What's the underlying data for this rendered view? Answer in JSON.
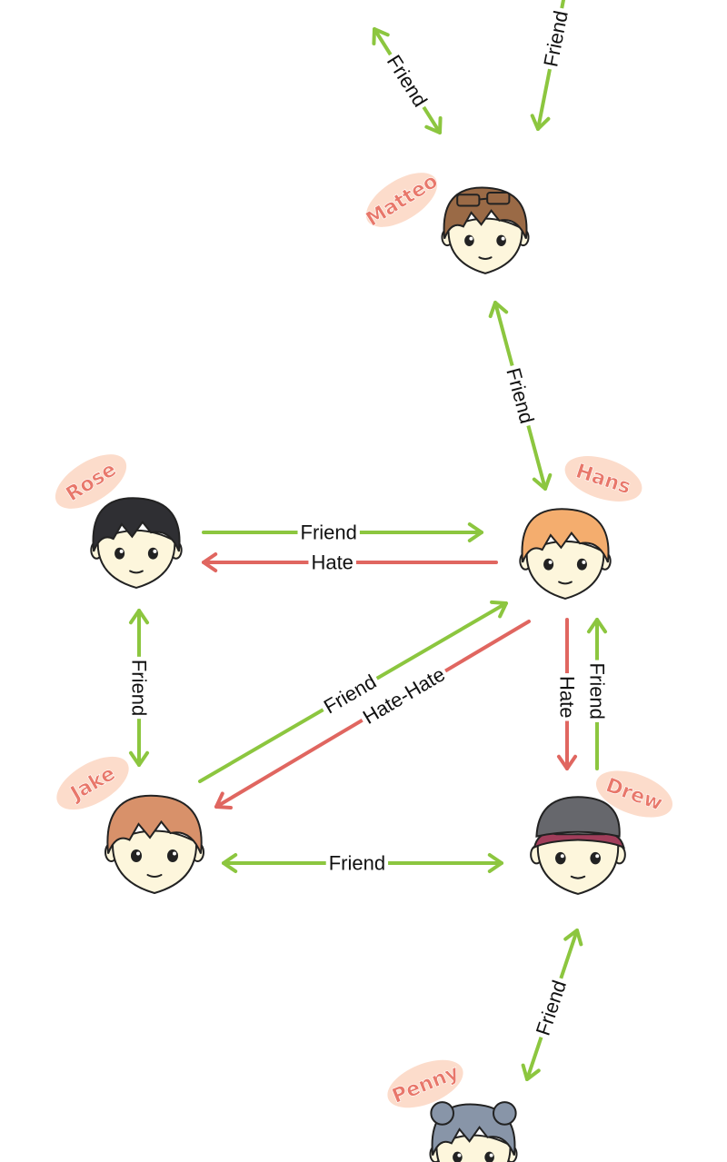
{
  "colors": {
    "friend": "#8cc63f",
    "hate": "#e06660",
    "tag_bg": "#fcdccb",
    "tag_text": "#e8776a",
    "skin": "#fdf6dc",
    "outline": "#222222"
  },
  "characters": [
    {
      "id": "matteo",
      "name": "Matteo",
      "hair": "#9a6a46",
      "icon": "glasses-on-head"
    },
    {
      "id": "rose",
      "name": "Rose",
      "hair": "#2f2f33"
    },
    {
      "id": "hans",
      "name": "Hans",
      "hair": "#f4ad6e"
    },
    {
      "id": "jake",
      "name": "Jake",
      "hair": "#d8916a"
    },
    {
      "id": "drew",
      "name": "Drew",
      "hair": "#a13d5a",
      "icon": "beanie-hat"
    },
    {
      "id": "penny",
      "name": "Penny",
      "hair": "#8895a8"
    }
  ],
  "relations": [
    {
      "id": "top-left",
      "label": "Friend",
      "kind": "friend"
    },
    {
      "id": "top-right",
      "label": "Friend",
      "kind": "friend"
    },
    {
      "id": "matteo-hans",
      "label": "Friend",
      "kind": "friend"
    },
    {
      "id": "rose-to-hans",
      "label": "Friend",
      "kind": "friend"
    },
    {
      "id": "hans-to-rose",
      "label": "Hate",
      "kind": "hate"
    },
    {
      "id": "rose-jake",
      "label": "Friend",
      "kind": "friend"
    },
    {
      "id": "jake-to-hans",
      "label": "Friend",
      "kind": "friend"
    },
    {
      "id": "hans-to-jake",
      "label": "Hate-Hate",
      "kind": "hate"
    },
    {
      "id": "hans-to-drew",
      "label": "Hate",
      "kind": "hate"
    },
    {
      "id": "drew-to-hans",
      "label": "Friend",
      "kind": "friend"
    },
    {
      "id": "jake-drew",
      "label": "Friend",
      "kind": "friend"
    },
    {
      "id": "drew-penny",
      "label": "Friend",
      "kind": "friend"
    }
  ]
}
